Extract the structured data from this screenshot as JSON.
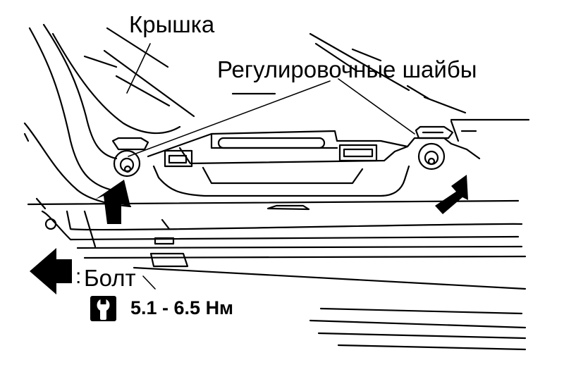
{
  "labels": {
    "lid": "Крышка",
    "shims": "Регулировочные шайбы",
    "bolt_colon": ":",
    "bolt": "Болт",
    "torque": "5.1 - 6.5 Нм"
  },
  "icons": {
    "torque": "torque-wrench-icon",
    "front": "front-direction-arrow-icon",
    "bolt_marker": "bolt-location-arrow-icon"
  },
  "colors": {
    "line": "#000000",
    "background": "#ffffff"
  }
}
